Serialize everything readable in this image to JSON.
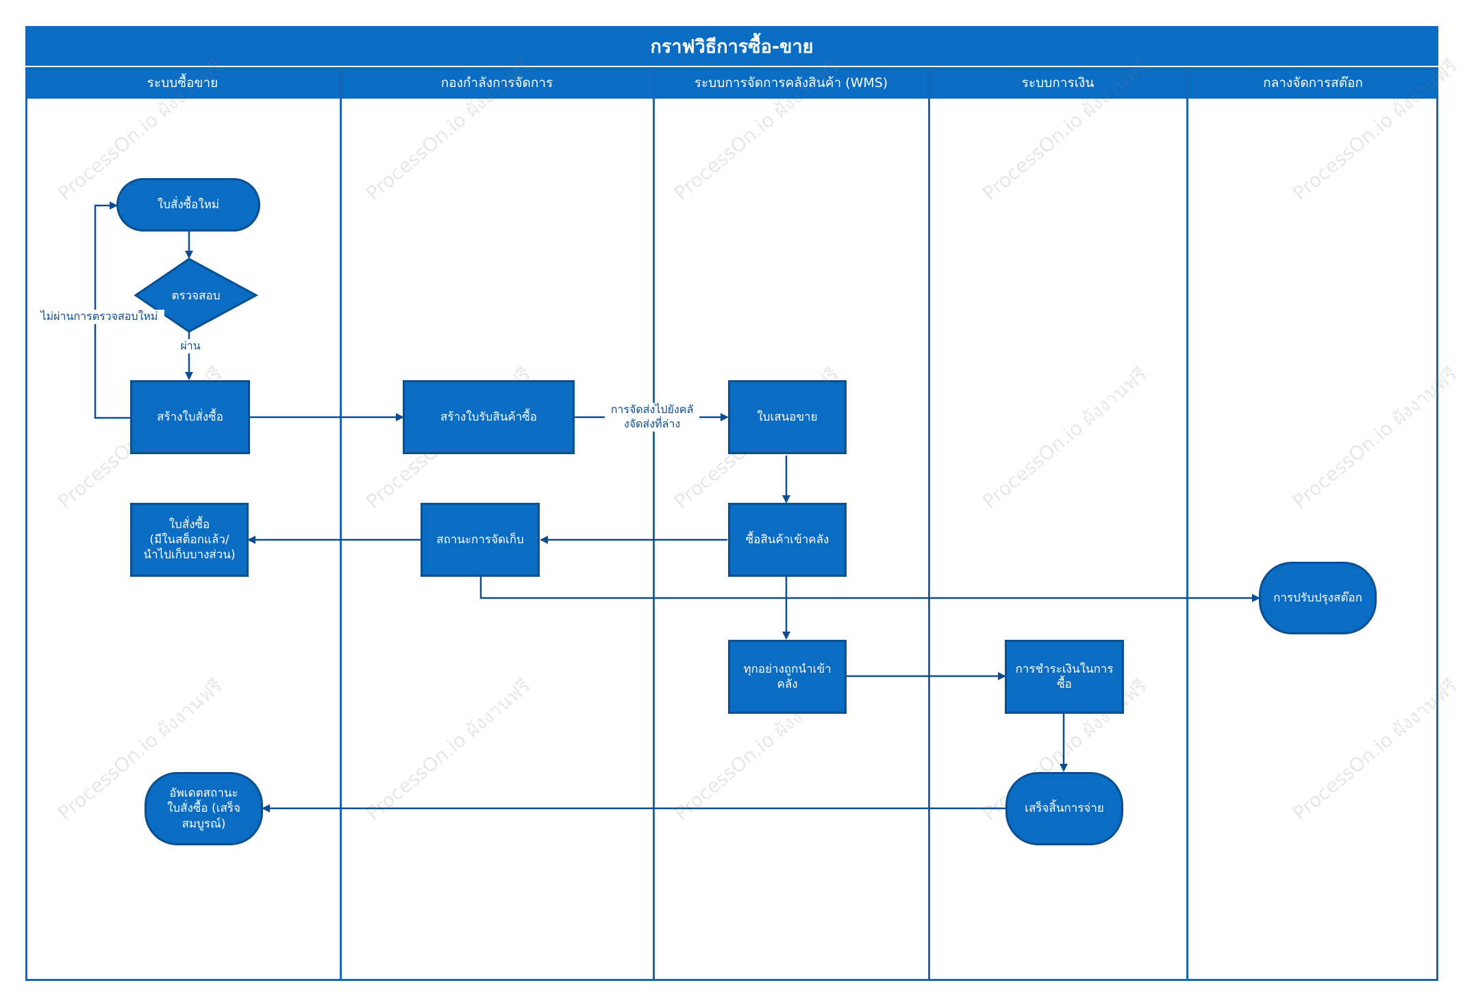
{
  "title": "กราฟวิธีการซื้อ-ขาย",
  "lanes": [
    "ระบบซื้อขาย",
    "กองกำลังการจัดการ",
    "ระบบการจัดการคลังสินค้า (WMS)",
    "ระบบการเงิน",
    "กลางจัดการสต๊อก"
  ],
  "nodes": {
    "new_order": "ใบสั่งซื้อใหม่",
    "check": "ตรวจสอบ",
    "create_po": "สร้างใบสั่งซื้อ",
    "create_receipt": "สร้างใบรับสินค้าซื้อ",
    "quotation": "ใบเสนอขาย",
    "po_status": "ใบสั่งซื้อ\n(มีในสต็อกแล้ว/\nนำไปเก็บบางส่วน)",
    "storage_status": "สถานะการจัดเก็บ",
    "receive_goods": "ซื้อสินค้าเข้าคลัง",
    "stock_adjust": "การปรับปรุงสต๊อก",
    "all_stored": "ทุกอย่างถูกนำเข้า\nคลัง",
    "payment": "การชำระเงินในการ\nซื้อ",
    "payment_done": "เสร็จสิ้นการจ่าย",
    "update_status": "อัพเดตสถานะ\nใบสั่งซื้อ (เสร็จ\nสมบูรณ์)"
  },
  "edge_labels": {
    "fail": "ไม่ผ่านการตรวจสอบใหม่",
    "pass": "ผ่าน",
    "ship": "การจัดส่งไปยังคลั\nงจัดส่งที่ล่าง"
  },
  "watermark": "ProcessOn.io ผังงานฟรี",
  "colors": {
    "fill": "#0b6cc4",
    "border": "#0a4f90",
    "line": "#1666b5"
  }
}
